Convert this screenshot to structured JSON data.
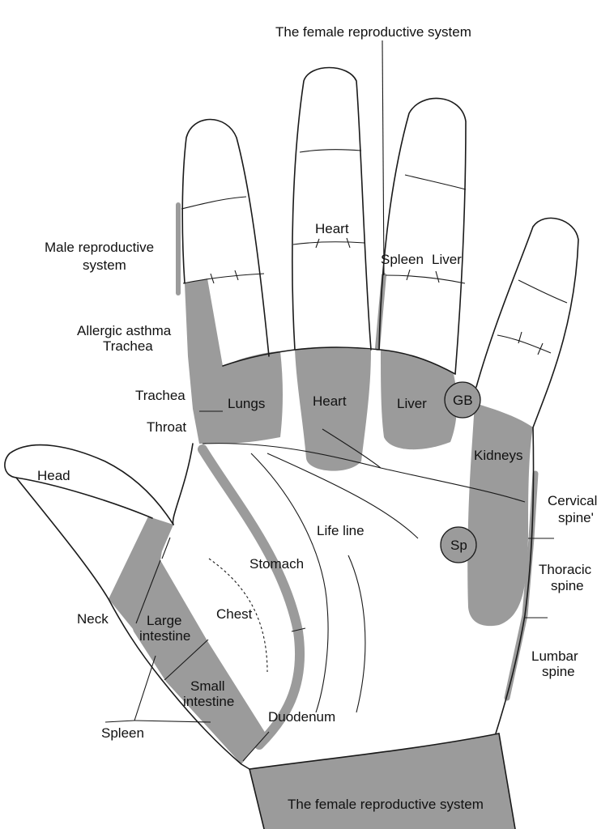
{
  "colors": {
    "zone": "#9b9b9b",
    "line": "#1a1a1a",
    "background": "#ffffff"
  },
  "labels": {
    "female_top": "The female reproductive system",
    "male_repro_1": "Male reproductive",
    "male_repro_2": "system",
    "heart_finger": "Heart",
    "spleen_finger": "Spleen",
    "liver_finger": "Liver",
    "allergic_asthma": "Allergic asthma",
    "trachea_upper": "Trachea",
    "trachea": "Trachea",
    "throat": "Throat",
    "lungs": "Lungs",
    "heart_palm": "Heart",
    "liver_palm": "Liver",
    "gb": "GB",
    "kidneys": "Kidneys",
    "head": "Head",
    "cervical_1": "Cervical",
    "cervical_2": "spine'",
    "life_line": "Life line",
    "sp": "Sp",
    "stomach": "Stomach",
    "thoracic_1": "Thoracic",
    "thoracic_2": "spine",
    "neck": "Neck",
    "chest": "Chest",
    "large_int_1": "Large",
    "large_int_2": "intestine",
    "lumbar_1": "Lumbar",
    "lumbar_2": "spine",
    "small_int_1": "Small",
    "small_int_2": "intestine",
    "duodenum": "Duodenum",
    "spleen_thumb": "Spleen",
    "female_bottom": "The female reproductive system"
  }
}
